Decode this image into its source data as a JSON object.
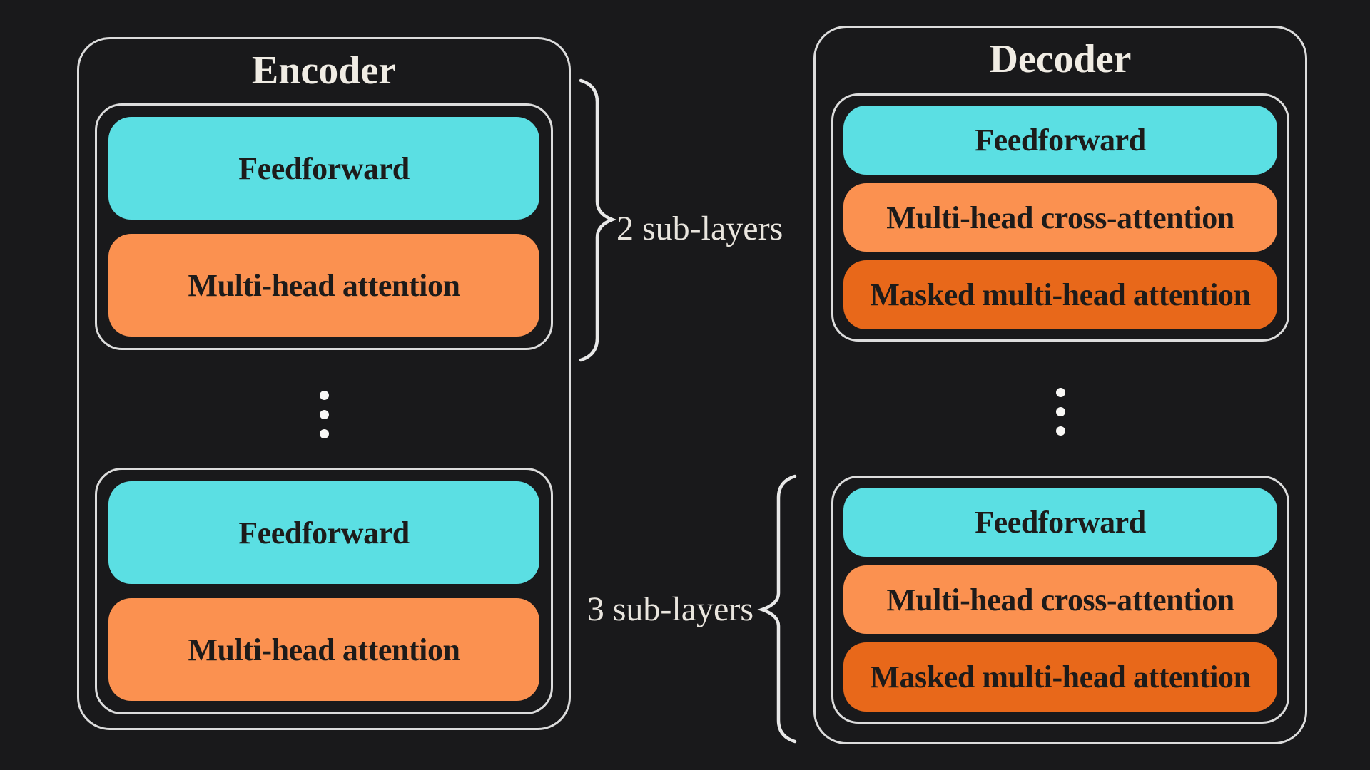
{
  "colors": {
    "background": "#19191b",
    "box_border": "#dcdcdc",
    "line": "#e8e8e8",
    "title_text": "#f0ece4",
    "label_text": "#e9e5de",
    "pill_text": "#1d1b1a",
    "cyan": "#5bdfe3",
    "orange": "#fb9150",
    "dark_orange": "#e8681a",
    "dot": "#f8f7f5"
  },
  "icons": {
    "encoder_ellipsis": "vertical-ellipsis",
    "decoder_ellipsis": "vertical-ellipsis"
  },
  "encoder": {
    "title": "Encoder",
    "top_block": {
      "layers": [
        {
          "label": "Feedforward",
          "color": "cyan"
        },
        {
          "label": "Multi-head attention",
          "color": "orange"
        }
      ]
    },
    "bottom_block": {
      "layers": [
        {
          "label": "Feedforward",
          "color": "cyan"
        },
        {
          "label": "Multi-head attention",
          "color": "orange"
        }
      ]
    }
  },
  "decoder": {
    "title": "Decoder",
    "top_block": {
      "layers": [
        {
          "label": "Feedforward",
          "color": "cyan"
        },
        {
          "label": "Multi-head cross-attention",
          "color": "orange"
        },
        {
          "label": "Masked multi-head attention",
          "color": "dark_orange"
        }
      ]
    },
    "bottom_block": {
      "layers": [
        {
          "label": "Feedforward",
          "color": "cyan"
        },
        {
          "label": "Multi-head cross-attention",
          "color": "orange"
        },
        {
          "label": "Masked multi-head attention",
          "color": "dark_orange"
        }
      ]
    }
  },
  "annotations": {
    "top_brace_label": "2 sub-layers",
    "bottom_brace_label": "3 sub-layers"
  }
}
